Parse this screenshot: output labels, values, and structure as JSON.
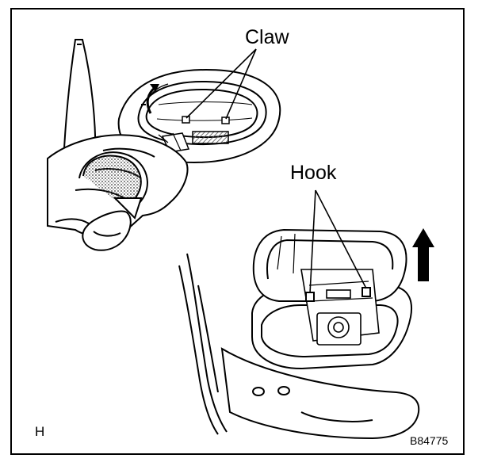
{
  "figure": {
    "callouts": {
      "claw": "Claw",
      "hook": "Hook"
    },
    "view_letter": "H",
    "figure_code": "B84775"
  },
  "colors": {
    "line": "#000000",
    "background": "#ffffff",
    "hatch": "#555555"
  },
  "icons": {
    "rotate_arrow": "curved-rotation-arrow",
    "lift_arrow": "up-arrow"
  }
}
